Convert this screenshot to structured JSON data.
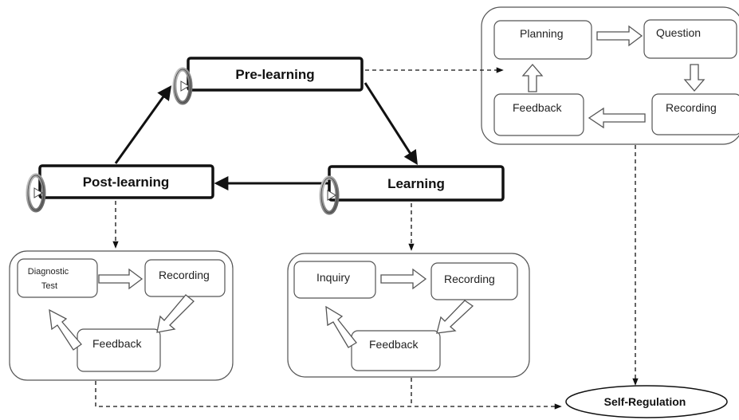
{
  "phases": {
    "pre_learning": "Pre-learning",
    "learning": "Learning",
    "post_learning": "Post-learning"
  },
  "pre_learning_cycle": {
    "planning": "Planning",
    "question": "Question",
    "recording": "Recording",
    "feedback": "Feedback"
  },
  "learning_cycle": {
    "inquiry": "Inquiry",
    "recording": "Recording",
    "feedback": "Feedback"
  },
  "post_learning_cycle": {
    "diagnostic_line1": "Diagnostic",
    "diagnostic_line2": "Test",
    "recording": "Recording",
    "feedback": "Feedback"
  },
  "outcome": "Self-Regulation"
}
